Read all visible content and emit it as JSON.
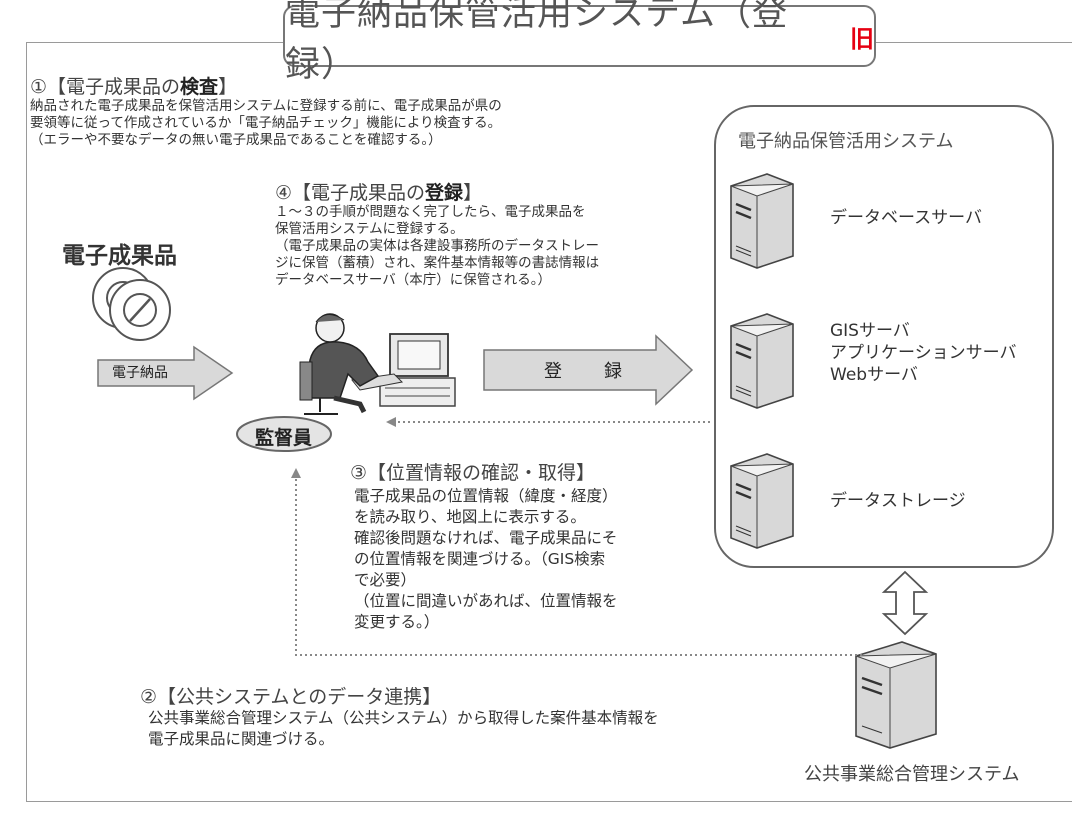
{
  "title": {
    "main": "電子納品保管活用システム（登 録）",
    "badge": "旧"
  },
  "section1": {
    "heading_prefix": "①【電子成果品の",
    "heading_bold": "検査",
    "heading_suffix": "】",
    "body": "納品された電子成果品を保管活用システムに登録する前に、電子成果品が県の\n要領等に従って作成されているか「電子納品チェック」機能により検査する。\n（エラーや不要なデータの無い電子成果品であることを確認する。）"
  },
  "section4": {
    "heading_prefix": "④【電子成果品の",
    "heading_bold": "登録",
    "heading_suffix": "】",
    "body": " １～３の手順が問題なく完了したら、電子成果品を\n保管活用システムに登録する。\n（電子成果品の実体は各建設事務所のデータストレー\nジに保管（蓄積）され、案件基本情報等の書誌情報は\nデータベースサーバ（本庁）に保管される。）"
  },
  "section3": {
    "heading": "③【位置情報の確認・取得】",
    "body": "電子成果品の位置情報（緯度・経度）\nを読み取り、地図上に表示する。\n確認後問題なければ、電子成果品にそ\nの位置情報を関連づける。（GIS検索\nで必要）\n（位置に間違いがあれば、位置情報を\n変更する。）"
  },
  "section2": {
    "heading": "②【公共システムとのデータ連携】",
    "body": "公共事業総合管理システム（公共システム）から取得した案件基本情報を\n電子成果品に関連づける。"
  },
  "left": {
    "product_label": "電子成果品",
    "nouhin_arrow": "電子納品",
    "supervisor": "監督員"
  },
  "register_arrow": "登　録",
  "system": {
    "title": "電子納品保管活用システム",
    "servers": [
      {
        "label": "データベースサーバ"
      },
      {
        "label": "GISサーバ\nアプリケーションサーバ\nWebサーバ"
      },
      {
        "label": "データストレージ"
      }
    ]
  },
  "external_system": "公共事業総合管理システム",
  "colors": {
    "arrow_fill": "#d9d9d9",
    "arrow_stroke": "#777777",
    "badge": "#e60012"
  }
}
